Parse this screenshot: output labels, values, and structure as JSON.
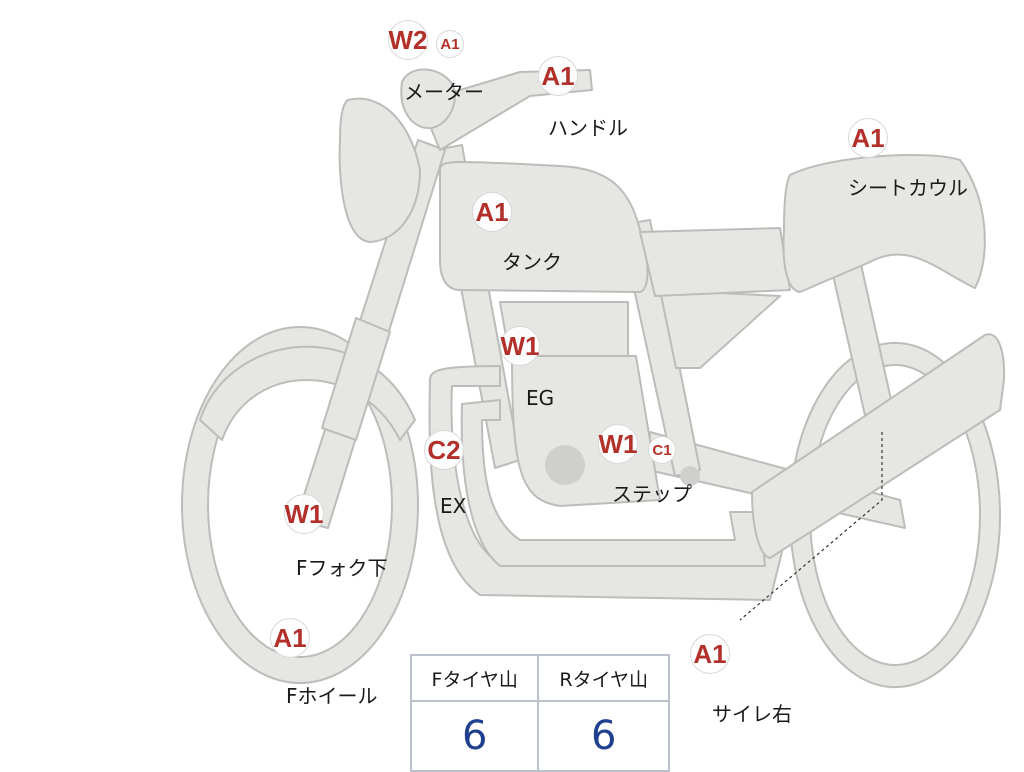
{
  "colors": {
    "body_fill": "#e6e6e3",
    "body_stroke": "#bcbcba",
    "code_text": "#b3302a",
    "value_text": "#1f3f8f",
    "engine_shade": "#cfcfcd",
    "frame_stroke": "#ffffff"
  },
  "markers": [
    {
      "id": "meter",
      "code": "W2",
      "sub_code": "A1",
      "label": "メーター"
    },
    {
      "id": "handle",
      "code": "A1",
      "label": "ハンドル"
    },
    {
      "id": "seat",
      "code": "A1",
      "label": "シートカウル"
    },
    {
      "id": "tank",
      "code": "A1",
      "label": "タンク"
    },
    {
      "id": "engine",
      "code": "W1",
      "label": "EG"
    },
    {
      "id": "step",
      "code": "W1",
      "sub_code": "C1",
      "label": "ステップ"
    },
    {
      "id": "exhaust",
      "code": "C2",
      "label": "EX"
    },
    {
      "id": "fork",
      "code": "W1",
      "label": "Fフォク下"
    },
    {
      "id": "fwheel",
      "code": "A1",
      "label": "Fホイール"
    },
    {
      "id": "muffler",
      "code": "A1",
      "label": "サイレ右"
    }
  ],
  "tread_table": {
    "headers": [
      "Fタイヤ山",
      "Rタイヤ山"
    ],
    "values": [
      "6",
      "6"
    ]
  }
}
